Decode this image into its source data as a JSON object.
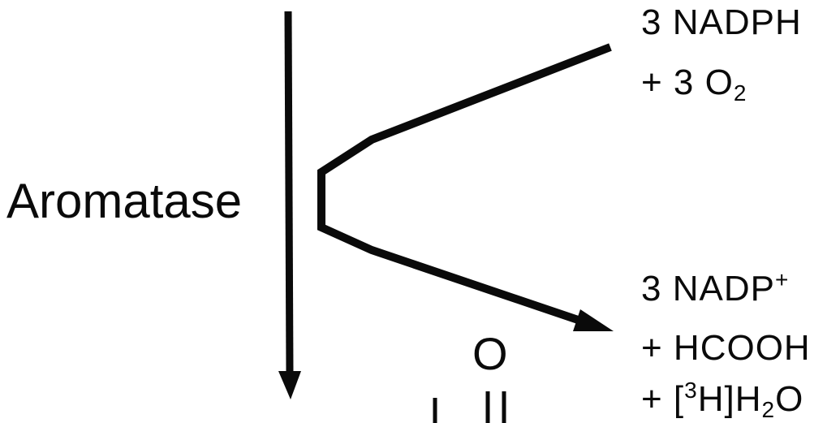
{
  "enzyme": {
    "label": "Aromatase"
  },
  "cofactors_in": {
    "line1": "3 NADPH",
    "line2_prefix": "+ 3 O",
    "line2_sub": "2"
  },
  "products_out": {
    "line1_text": "3 NADP",
    "line1_sup": "+",
    "line2": "+ HCOOH",
    "line3_prefix": "+ [",
    "line3_sup": "3",
    "line3_mid": "H]H",
    "line3_sub": "2",
    "line3_suffix": "O"
  },
  "structure_fragment": {
    "atom": "O"
  },
  "colors": {
    "ink": "#0a0a0a",
    "background": "#ffffff"
  }
}
